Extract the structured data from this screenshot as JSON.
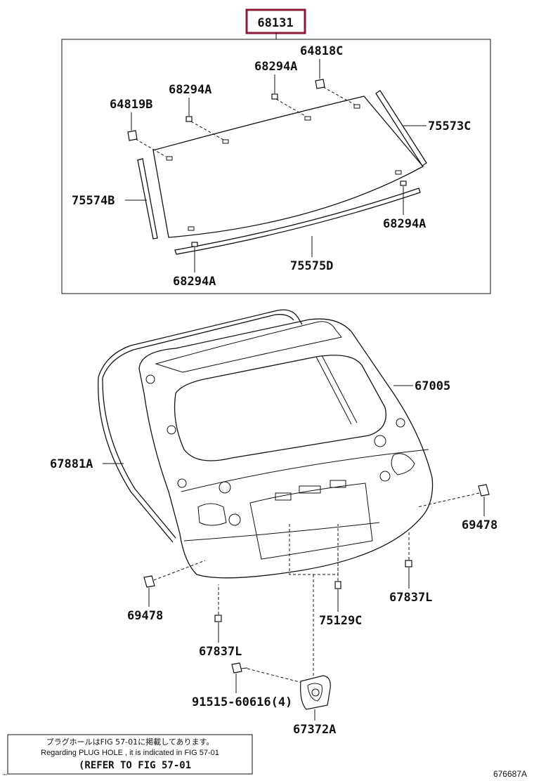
{
  "diagram": {
    "main_part_number": "68131",
    "main_part_box_color": "#8b1a3a",
    "callouts": {
      "clip_64818c": "64818C",
      "clip_68294a_top": "68294A",
      "clip_68294a_upperleft": "68294A",
      "clip_64819b": "64819B",
      "molding_75573c": "75573C",
      "molding_75574b": "75574B",
      "clip_68294a_right": "68294A",
      "molding_75575d": "75575D",
      "clip_68294a_bottom": "68294A",
      "door_67005": "67005",
      "weatherstrip_67881a": "67881A",
      "cushion_69478_right": "69478",
      "cushion_69478_left": "69478",
      "stopper_67837l_right": "67837L",
      "stopper_67837l_left": "67837L",
      "clip_75129c": "75129C",
      "bolt_91515": "91515-60616(4)",
      "hinge_67372a": "67372A"
    },
    "note": {
      "japanese": "プラグホールはFIG 57-01に掲載してあります。",
      "english": "Regarding  PLUG  HOLE , it is indicated in  FIG  57-01",
      "reference": "(REFER TO FIG 57-01"
    },
    "figure_code": "676687A",
    "corner_mark": "''''"
  }
}
